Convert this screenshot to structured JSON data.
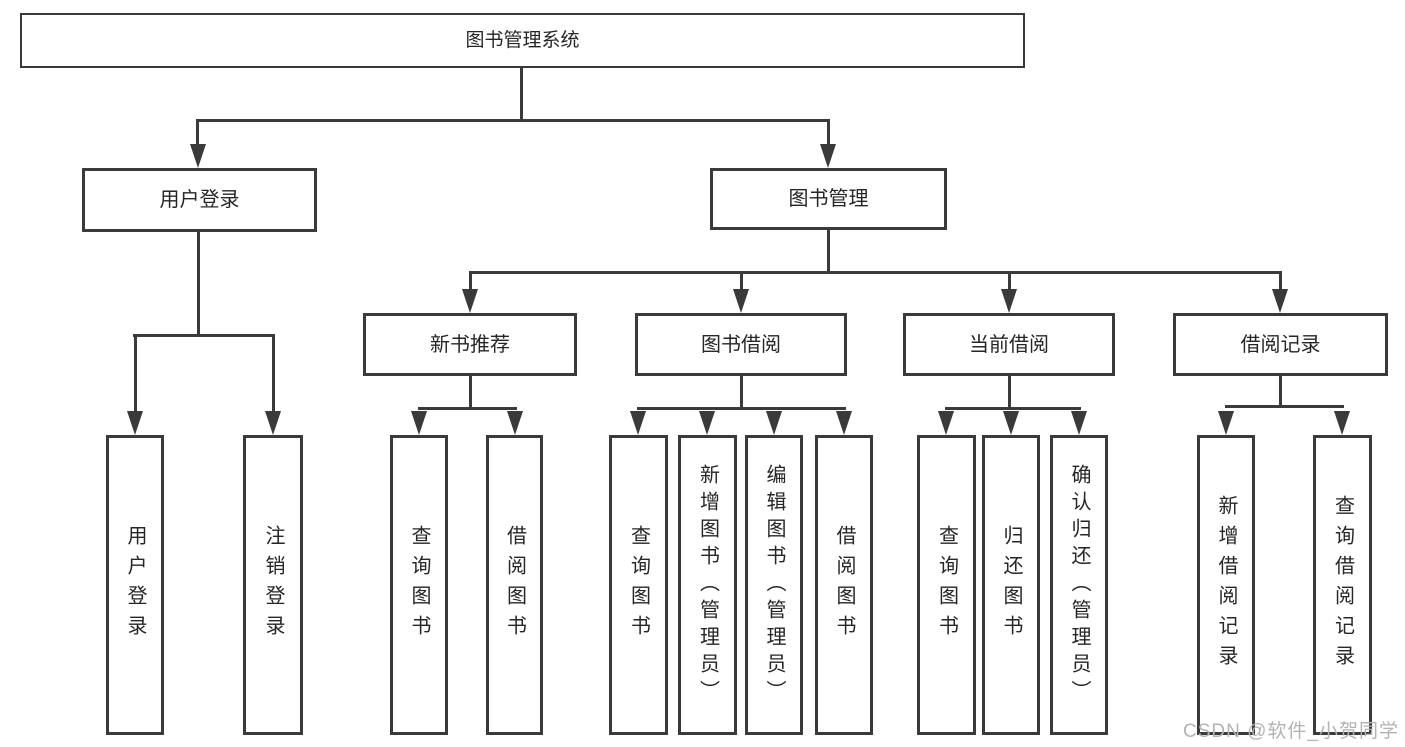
{
  "diagram": {
    "root": "图书管理系统",
    "level2": [
      "用户登录",
      "图书管理"
    ],
    "level3": [
      "新书推荐",
      "图书借阅",
      "当前借阅",
      "借阅记录"
    ],
    "leaves": {
      "login": [
        "用户登录",
        "注销登录"
      ],
      "recommend": [
        "查询图书",
        "借阅图书"
      ],
      "borrow": [
        "查询图书",
        "新增图书（管理员）",
        "编辑图书（管理员）",
        "借阅图书"
      ],
      "current": [
        "查询图书",
        "归还图书",
        "确认归还（管理员）"
      ],
      "records": [
        "新增借阅记录",
        "查询借阅记录"
      ]
    },
    "watermark": "CSDN @软件_小贺同学",
    "colors": {
      "line": "#3a3a3a",
      "border": "#3a3a3a",
      "text": "#262626",
      "watermark": "#b3b3b3",
      "background": "#ffffff"
    }
  }
}
